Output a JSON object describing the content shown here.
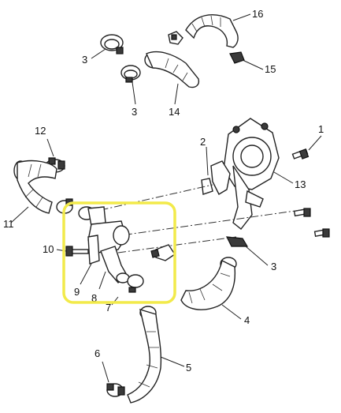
{
  "callouts": [
    {
      "id": "c16",
      "label": "16"
    },
    {
      "id": "c15",
      "label": "15"
    },
    {
      "id": "c3a",
      "label": "3"
    },
    {
      "id": "c3b",
      "label": "3"
    },
    {
      "id": "c14",
      "label": "14"
    },
    {
      "id": "c1",
      "label": "1"
    },
    {
      "id": "c13",
      "label": "13"
    },
    {
      "id": "c2",
      "label": "2"
    },
    {
      "id": "c12",
      "label": "12"
    },
    {
      "id": "c11",
      "label": "11"
    },
    {
      "id": "c10",
      "label": "10"
    },
    {
      "id": "c9",
      "label": "9"
    },
    {
      "id": "c8",
      "label": "8"
    },
    {
      "id": "c7",
      "label": "7"
    },
    {
      "id": "c3c",
      "label": "3"
    },
    {
      "id": "c4",
      "label": "4"
    },
    {
      "id": "c5",
      "label": "5"
    },
    {
      "id": "c6",
      "label": "6"
    }
  ],
  "highlight": {
    "color": "#f2ea4a"
  }
}
